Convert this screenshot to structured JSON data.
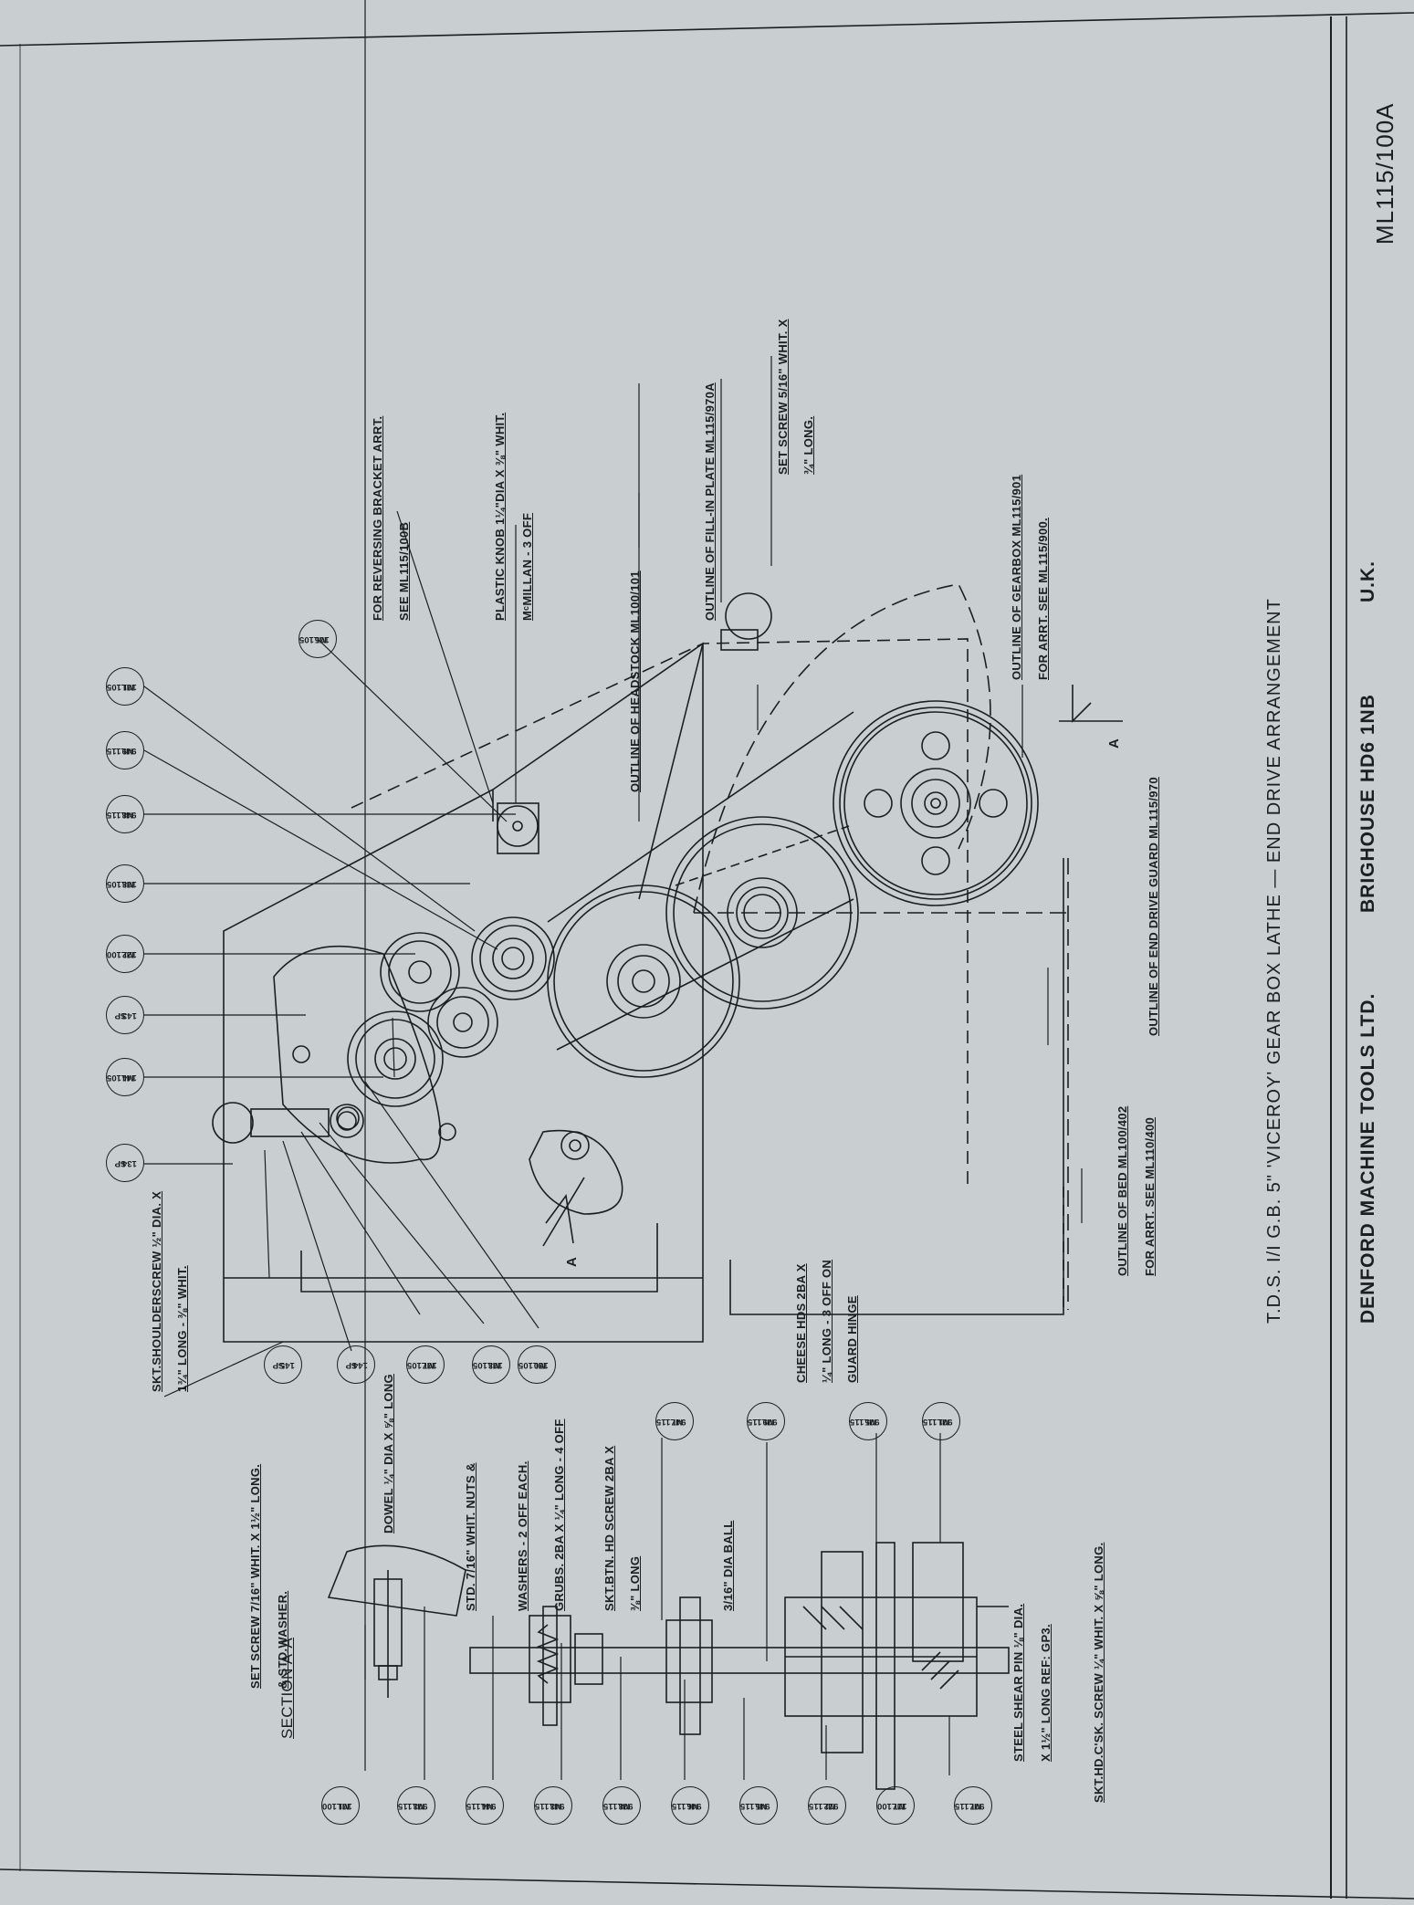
{
  "title_block": {
    "company": "DENFORD MACHINE TOOLS LTD.",
    "address": "BRIGHOUSE HD6 1NB",
    "country": "U.K.",
    "drawing_number": "ML115/100A"
  },
  "drawing_title": "T.D.S. I/I G.B.  5\" 'VICEROY' GEAR BOX LATHE — END DRIVE ARRANGEMENT",
  "section_label": "SECTION A-A",
  "section_marker": "A",
  "part_bubbles": {
    "top_row": [
      {
        "line1": "SP",
        "line2": "134"
      },
      {
        "line1": "ML105",
        "line2": "144"
      },
      {
        "line1": "SP",
        "line2": "143"
      },
      {
        "line1": "ML100",
        "line2": "122"
      },
      {
        "line1": "ML105",
        "line2": "108"
      },
      {
        "line1": "ML115",
        "line2": "948"
      },
      {
        "line1": "ML115",
        "line2": "949"
      },
      {
        "line1": "ML105",
        "line2": "101"
      }
    ],
    "right_single": {
      "line1": "ML105",
      "line2": "105"
    },
    "lower_row": [
      {
        "line1": "SP",
        "line2": "145"
      },
      {
        "line1": "SP",
        "line2": "144"
      },
      {
        "line1": "ML105",
        "line2": "107"
      },
      {
        "line1": "ML105",
        "line2": "103"
      },
      {
        "line1": "ML105",
        "line2": "150"
      }
    ],
    "section_row": [
      {
        "line1": "ML100",
        "line2": "101"
      },
      {
        "line1": "ML115",
        "line2": "903"
      },
      {
        "line1": "ML115",
        "line2": "944"
      },
      {
        "line1": "ML115",
        "line2": "943"
      },
      {
        "line1": "ML115",
        "line2": "908"
      },
      {
        "line1": "ML115",
        "line2": "946"
      },
      {
        "line1": "ML115",
        "line2": "945"
      },
      {
        "line1": "ML115",
        "line2": "912"
      },
      {
        "line1": "ML100",
        "line2": "117"
      },
      {
        "line1": "ML115",
        "line2": "907"
      }
    ],
    "section_upper": [
      {
        "line1": "ML115",
        "line2": "947"
      },
      {
        "line1": "ML115",
        "line2": "909"
      },
      {
        "line1": "ML115",
        "line2": "905"
      },
      {
        "line1": "ML115",
        "line2": "901"
      }
    ]
  },
  "callouts": {
    "skt_shoulder_screw_1": "SKT.SHOULDERSCREW  ½\" DIA. X",
    "skt_shoulder_screw_2": "1¾\" LONG - ⅜\" WHIT.",
    "reversing_bracket_1": "FOR  REVERSING  BRACKET  ARRT.",
    "reversing_bracket_2": "SEE  ML115/100B",
    "plastic_knob_1": "PLASTIC  KNOB 1¼\"DIA X ⅜\" WHIT.",
    "plastic_knob_2": "MᶜMILLAN - 3 OFF",
    "fill_in_plate": "OUTLINE  OF  FILL-IN  PLATE  ML115/970A",
    "set_screw_right_1": "SET  SCREW  5/16\" WHIT. X",
    "set_screw_right_2": "¾\" LONG.",
    "headstock": "OUTLINE  OF  HEADSTOCK  ML100/101",
    "gearbox_1": "OUTLINE  OF  GEARBOX  ML115/901",
    "gearbox_2": "FOR  ARRT.  SEE  ML115/900.",
    "end_drive_guard": "OUTLINE  OF  END  DRIVE  GUARD  ML115/970",
    "bed_1": "OUTLINE  OF  BED  ML100/402",
    "bed_2": "FOR  ARRT.  SEE  ML110/400",
    "cheese_hds_1": "CHEESE  HDS  2BA X",
    "cheese_hds_2": "¼\" LONG - 3 OFF  ON",
    "cheese_hds_3": "GUARD  HINGE",
    "set_screw_left_1": "SET  SCREW  7/16\" WHIT. X 1½\" LONG.",
    "set_screw_left_2": "& STD.WASHER.",
    "dowel": "DOWEL  ¼\" DIA X ⅝\" LONG",
    "std_nuts_1": "STD. 7/16\" WHIT.  NUTS &",
    "std_nuts_2": "WASHERS - 2 OFF  EACH.",
    "grubs": "GRUBS. 2BA X ¼\" LONG - 4 OFF",
    "sktbtn_1": "SKT.BTN. HD  SCREW  2BA  X",
    "sktbtn_2": "⅜\" LONG",
    "ball": "3/16\" DIA  BALL",
    "shear_pin_1": "STEEL  SHEAR  PIN  ⅛\" DIA.",
    "shear_pin_2": "X 1½\" LONG REF: GP3.",
    "skt_csk": "SKT.HD.C'SK.  SCREW  ¼\" WHIT. X  ⅝\" LONG."
  },
  "colors": {
    "paper": "#c9cfd1",
    "ink": "#1b1f22"
  }
}
